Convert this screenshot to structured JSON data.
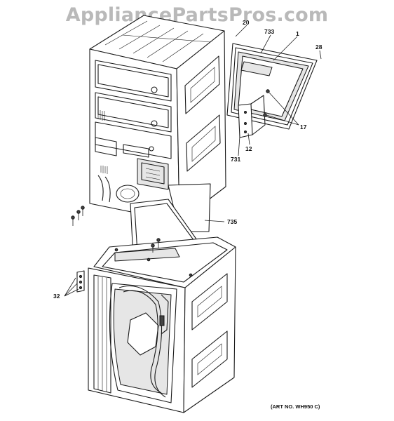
{
  "watermark": "AppliancePartsPros.com",
  "callouts": {
    "c20": "20",
    "c733": "733",
    "c1": "1",
    "c28": "28",
    "c17": "17",
    "c12": "12",
    "c731": "731",
    "c735": "735",
    "c32": "32"
  },
  "art_number": "(ART NO. WH950 C)"
}
